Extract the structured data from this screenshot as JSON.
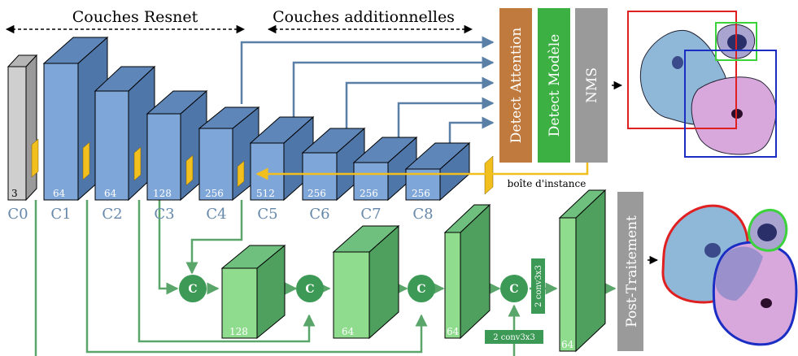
{
  "headers": {
    "resnet": "Couches Resnet",
    "additional": "Couches additionnelles"
  },
  "layer_labels": [
    "C0",
    "C1",
    "C2",
    "C3",
    "C4",
    "C5",
    "C6",
    "C7",
    "C8"
  ],
  "layer_channels": [
    "3",
    "64",
    "64",
    "128",
    "256",
    "512",
    "256",
    "256",
    "256"
  ],
  "detect_boxes": {
    "attention": "Detect Attention",
    "model": "Detect Modèle",
    "nms": "NMS"
  },
  "instance_box_label": "boîte d'instance",
  "concat_label": "C",
  "decoder_channels": [
    "128",
    "64",
    "64",
    "64"
  ],
  "conv_labels": {
    "horizontal": "2 conv3x3",
    "vertical": "2 conv3x3"
  },
  "post_processing": "Post-Traitement",
  "colors": {
    "resnet_blue": "#7fa6d8",
    "resnet_side": "#4f76a8",
    "resnet_top": "#5f86b8",
    "c0_gray": "#cfcfcf",
    "decoder_green": "#8fdc8f",
    "decoder_side": "#4f9f5f",
    "arrow_blue": "#5b80a8",
    "arrow_green": "#5aa56a",
    "instance_yellow": "#f2c01e",
    "attention": "#c07a3e",
    "model": "#3cb043",
    "nms": "#9a9a9a",
    "post": "#9a9a9a"
  }
}
